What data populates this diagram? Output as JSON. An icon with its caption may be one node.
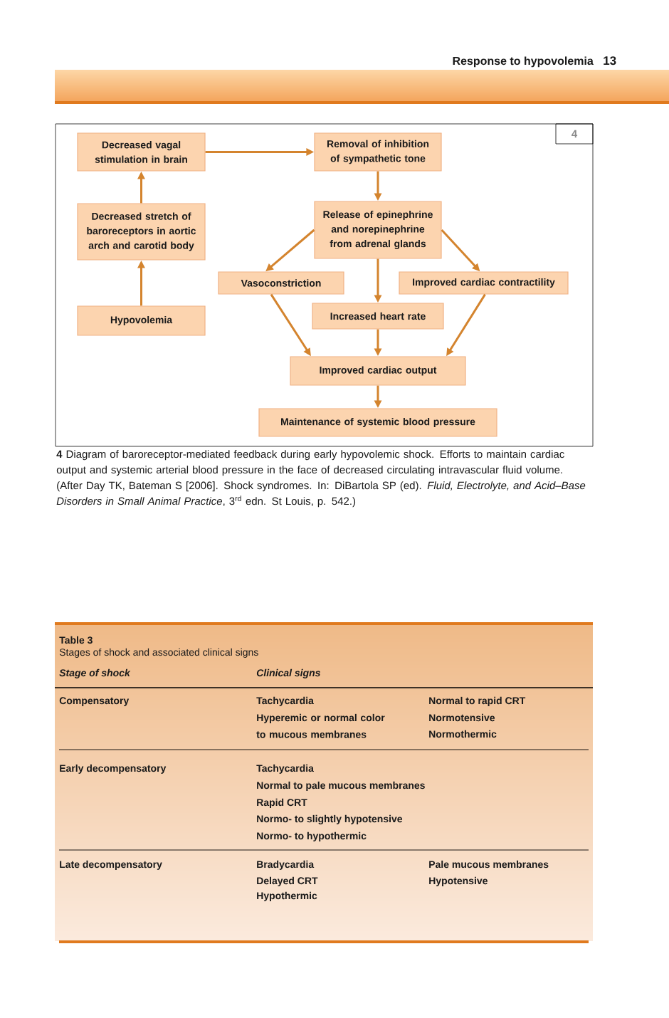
{
  "diagram": {
    "caption": "**4** Diagram of baroreceptor-mediated feedback during early hypovolemic shock. Efforts to maintain cardiac output and systemic arterial blood pressure in the face of decreased circulating intravascular fluid volume. (After Day TK, Bateman S [2006]. Shock syndromes. In: DiBartola SP (ed). *Fluid, Electrolyte, and Acid–Base Disorders in Small Animal Practice*, 3$^{rd}$ edn. St Louis, p. 542.)",
    "nodes": [
      {
        "text": [
          "Decreased vagal stimulation in brain"
        ]
      },
      {
        "text": [
          "Removal of inhibition of sympathetic tone"
        ]
      },
      {
        "text": [
          "Decreased stretch of baroreceptors in aortic arch and carotid body"
        ]
      },
      {
        "text": [
          "Release of epinephrine and norepinephrine from adrenal glands"
        ]
      },
      {
        "text": [
          "Vasoconstriction"
        ]
      },
      {
        "text": [
          "Improved cardiac contractility"
        ]
      },
      {
        "text": [
          "Hypovolemia"
        ]
      },
      {
        "text": [
          "Increased heart rate"
        ]
      },
      {
        "text": [
          "Improved cardiac output"
        ]
      },
      {
        "text": [
          "Maintenance of systemic blood pressure"
        ]
      }
    ],
    "edges": [
      {
        "from": 0,
        "to": 1,
        "arrow": "to"
      },
      {
        "from": 2,
        "to": 0,
        "arrow": "to"
      },
      {
        "from": 6,
        "to": 2,
        "arrow": "to"
      },
      {
        "from": 1,
        "to": 3,
        "arrow": "to"
      },
      {
        "from": 3,
        "to": 4,
        "arrow": "to"
      },
      {
        "from": 3,
        "to": 5,
        "arrow": "to"
      },
      {
        "from": 3,
        "to": 7,
        "arrow": "to"
      },
      {
        "from": 4,
        "to": 8,
        "arrow": "to"
      },
      {
        "from": 7,
        "to": 8,
        "arrow": "to"
      },
      {
        "from": 5,
        "to": 8,
        "arrow": "to"
      },
      {
        "from": 8,
        "to": 9,
        "arrow": "to"
      }
    ],
    "labels": [
      "Response to hypovolemia",
      "13",
      "4",
      "Table 3",
      "Stages of shock and associated clinical signs",
      "Stage of shock",
      "Clinical signs",
      "Compensatory",
      "Tachycardia",
      "Hyperemic or normal color to mucous membranes",
      "Normal to rapid CRT",
      "Normotensive",
      "Normothermic",
      "Early decompensatory",
      "Tachycardia",
      "Normal to pale mucous membranes",
      "Rapid CRT",
      "Normo- to slightly hypotensive",
      "Normo- to hypothermic",
      "Late decompensatory",
      "Bradycardia",
      "Delayed CRT",
      "Hypothermic",
      "Pale mucous membranes",
      "Hypotensive"
    ]
  }
}
